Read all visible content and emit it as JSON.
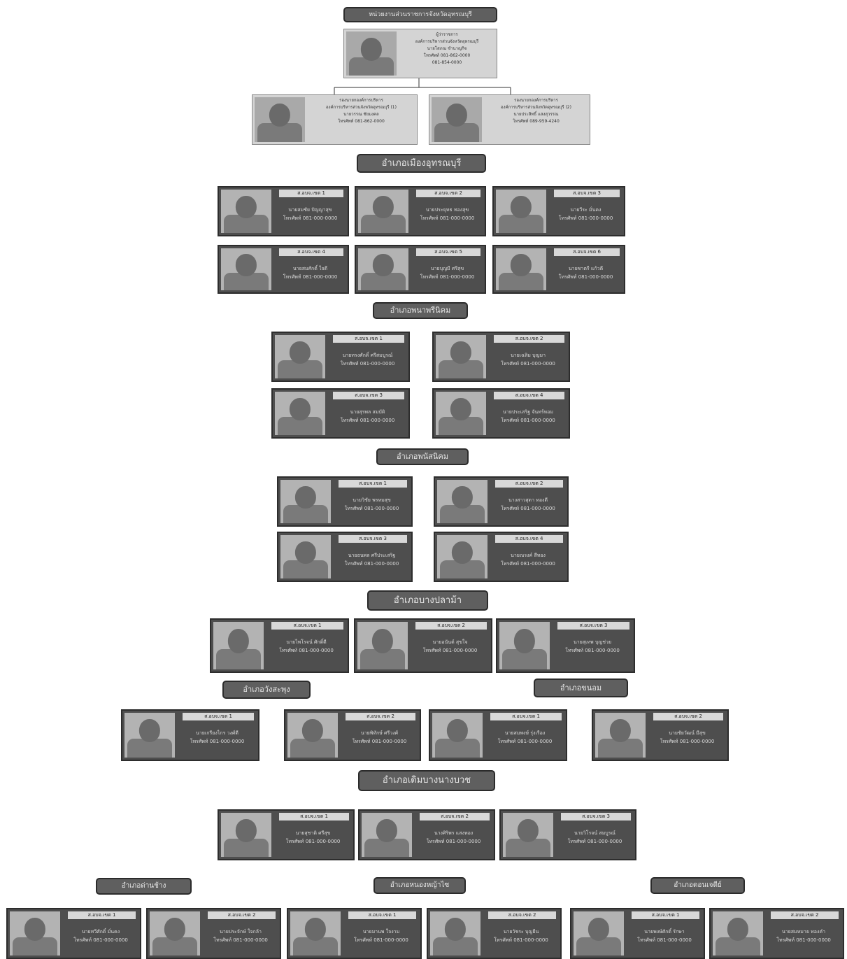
{
  "top_header": "หน่วยงานส่วนราชการจังหวัดอุทรณบุรี",
  "governor": {
    "role": "ผู้ว่าราชการ",
    "org": "องค์การบริหารส่วนจังหวัดอุทรณบุรี",
    "name": "นายโสภณ ชำนาญกิจ",
    "phone": "โทรศัพท์ 081-862-0000",
    "phone2": "081-854-0000"
  },
  "deputies": [
    {
      "role": "รองนายกองค์การบริหาร",
      "org": "องค์การบริหารส่วนจังหวัดอุทรณบุรี (1)",
      "name": "นายวรรณ ชัยมงคล",
      "phone": "โทรศัพท์ 081-862-0000"
    },
    {
      "role": "รองนายกองค์การบริหาร",
      "org": "องค์การบริหารส่วนจังหวัดอุทรณบุรี (2)",
      "name": "นายประสิทธิ์ แสงสุวรรณ",
      "phone": "โทรศัพท์ 089-959-4240"
    }
  ],
  "districts": [
    {
      "title": "อำเภอเมืองอุทรณบุรี",
      "members": [
        {
          "tag": "ส.อบจ.เขต 1",
          "line1": "นายสมชัย ปัญญาสุข",
          "line2": "โทรศัพท์ 081-000-0000"
        },
        {
          "tag": "ส.อบจ.เขต 2",
          "line1": "นายประยุทธ ทองสุข",
          "line2": "โทรศัพท์ 081-000-0000"
        },
        {
          "tag": "ส.อบจ.เขต 3",
          "line1": "นายวีระ มั่นคง",
          "line2": "โทรศัพท์ 081-000-0000"
        },
        {
          "tag": "ส.อบจ.เขต 4",
          "line1": "นายสมศักดิ์ ใจดี",
          "line2": "โทรศัพท์ 081-000-0000"
        },
        {
          "tag": "ส.อบจ.เขต 5",
          "line1": "นายบุญมี ศรีสุข",
          "line2": "โทรศัพท์ 081-000-0000"
        },
        {
          "tag": "ส.อบจ.เขต 6",
          "line1": "นายชาตรี แก้วดี",
          "line2": "โทรศัพท์ 081-000-0000"
        }
      ]
    },
    {
      "title": "อำเภอพนาพรีนิคม",
      "members": [
        {
          "tag": "ส.อบจ.เขต 1",
          "line1": "นายทรงศักดิ์ ศรีสมบูรณ์",
          "line2": "โทรศัพท์ 081-000-0000"
        },
        {
          "tag": "ส.อบจ.เขต 2",
          "line1": "นายเฉลิม บุญมา",
          "line2": "โทรศัพท์ 081-000-0000"
        },
        {
          "tag": "ส.อบจ.เขต 3",
          "line1": "นายสุรพล สมบัติ",
          "line2": "โทรศัพท์ 081-000-0000"
        },
        {
          "tag": "ส.อบจ.เขต 4",
          "line1": "นายประเสริฐ จันทร์หอม",
          "line2": "โทรศัพท์ 081-000-0000"
        }
      ]
    },
    {
      "title": "อำเภอพนัสนิคม",
      "members": [
        {
          "tag": "ส.อบจ.เขต 1",
          "line1": "นายวิชัย พรหมสุข",
          "line2": "โทรศัพท์ 081-000-0000"
        },
        {
          "tag": "ส.อบจ.เขต 2",
          "line1": "นางสาวสุดา ทองดี",
          "line2": "โทรศัพท์ 081-000-0000"
        },
        {
          "tag": "ส.อบจ.เขต 3",
          "line1": "นายธนพล ศรีประเสริฐ",
          "line2": "โทรศัพท์ 081-000-0000"
        },
        {
          "tag": "ส.อบจ.เขต 4",
          "line1": "นายณรงค์ สีทอง",
          "line2": "โทรศัพท์ 081-000-0000"
        }
      ]
    },
    {
      "title": "อำเภอบางปลาม้า",
      "members": [
        {
          "tag": "ส.อบจ.เขต 1",
          "line1": "นายไพโรจน์ ศักดิ์ดี",
          "line2": "โทรศัพท์ 081-000-0000"
        },
        {
          "tag": "ส.อบจ.เขต 2",
          "line1": "นายอนันต์ สุขใจ",
          "line2": "โทรศัพท์ 081-000-0000"
        },
        {
          "tag": "ส.อบจ.เขต 3",
          "line1": "นายสุเทพ บุญช่วย",
          "line2": "โทรศัพท์ 081-000-0000"
        }
      ]
    },
    {
      "title": "อำเภอวังสะพุง",
      "members": [
        {
          "tag": "ส.อบจ.เขต 1",
          "line1": "นายเกรียงไกร วงศ์ดี",
          "line2": "โทรศัพท์ 081-000-0000"
        },
        {
          "tag": "ส.อบจ.เขต 2",
          "line1": "นายพิทักษ์ ศรีวงศ์",
          "line2": "โทรศัพท์ 081-000-0000"
        }
      ]
    },
    {
      "title": "อำเภอขนอม",
      "members": [
        {
          "tag": "ส.อบจ.เขต 1",
          "line1": "นายสมพงษ์ รุ่งเรือง",
          "line2": "โทรศัพท์ 081-000-0000"
        },
        {
          "tag": "ส.อบจ.เขต 2",
          "line1": "นายชัยวัฒน์ มีสุข",
          "line2": "โทรศัพท์ 081-000-0000"
        }
      ]
    },
    {
      "title": "อำเภอเดิมบางนางบวช",
      "members": [
        {
          "tag": "ส.อบจ.เขต 1",
          "line1": "นายสุชาติ ศรีสุข",
          "line2": "โทรศัพท์ 081-000-0000"
        },
        {
          "tag": "ส.อบจ.เขต 2",
          "line1": "นางศิริพร แสงทอง",
          "line2": "โทรศัพท์ 081-000-0000"
        },
        {
          "tag": "ส.อบจ.เขต 3",
          "line1": "นายวิโรจน์ สมบูรณ์",
          "line2": "โทรศัพท์ 081-000-0000"
        }
      ]
    },
    {
      "title": "อำเภอด่านช้าง",
      "members": [
        {
          "tag": "ส.อบจ.เขต 1",
          "line1": "นายทวีศักดิ์ มั่นคง",
          "line2": "โทรศัพท์ 081-000-0000"
        },
        {
          "tag": "ส.อบจ.เขต 2",
          "line1": "นายประจักษ์ ใจกล้า",
          "line2": "โทรศัพท์ 081-000-0000"
        }
      ]
    },
    {
      "title": "อำเภอหนองหญ้าไซ",
      "members": [
        {
          "tag": "ส.อบจ.เขต 1",
          "line1": "นายมานพ ใจงาม",
          "line2": "โทรศัพท์ 081-000-0000"
        },
        {
          "tag": "ส.อบจ.เขต 2",
          "line1": "นายวัชระ บุญยืน",
          "line2": "โทรศัพท์ 081-000-0000"
        }
      ]
    },
    {
      "title": "อำเภอดอนเจดีย์",
      "members": [
        {
          "tag": "ส.อบจ.เขต 1",
          "line1": "นายพงษ์ศักดิ์ รักษา",
          "line2": "โทรศัพท์ 081-000-0000"
        },
        {
          "tag": "ส.อบจ.เขต 2",
          "line1": "นายสมหมาย ทองคำ",
          "line2": "โทรศัพท์ 081-000-0000"
        }
      ]
    }
  ]
}
